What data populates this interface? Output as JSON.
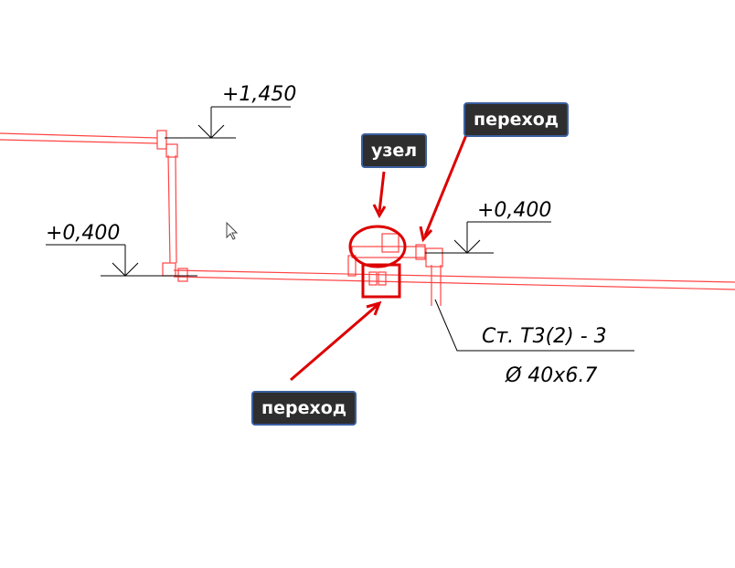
{
  "levels": {
    "top": "+1,450",
    "left": "+0,400",
    "right": "+0,400"
  },
  "pipe_spec": {
    "line1": "Ст. Т3(2) - 3",
    "line2": "Ø 40x6.7"
  },
  "labels": {
    "node": "узел",
    "transition_top": "переход",
    "transition_bottom": "переход"
  },
  "colors": {
    "pipe": "#ff3333",
    "annotation": "#dd0000",
    "label_bg": "#2e2e2e",
    "label_border": "#3a5fa0"
  }
}
